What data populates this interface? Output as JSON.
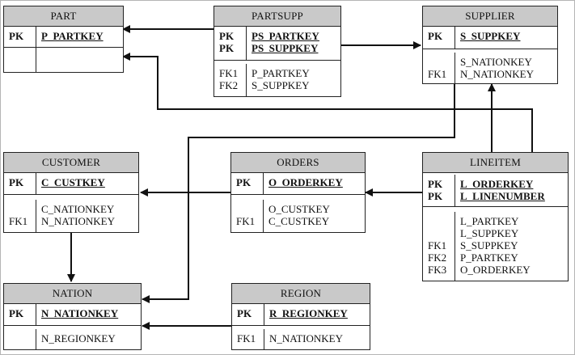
{
  "entities": {
    "part": {
      "title": "PART",
      "pk_labels": [
        "PK"
      ],
      "pk_fields": [
        "P_PARTKEY"
      ],
      "attr_labels": [],
      "attr_fields": []
    },
    "partsupp": {
      "title": "PARTSUPP",
      "pk_labels": [
        "PK",
        "PK"
      ],
      "pk_fields": [
        "PS_PARTKEY",
        "PS_SUPPKEY"
      ],
      "attr_labels": [
        "FK1",
        "FK2"
      ],
      "attr_fields": [
        "P_PARTKEY",
        "S_SUPPKEY"
      ]
    },
    "supplier": {
      "title": "SUPPLIER",
      "pk_labels": [
        "PK"
      ],
      "pk_fields": [
        "S_SUPPKEY"
      ],
      "attr_labels": [
        "",
        "FK1"
      ],
      "attr_fields": [
        "S_NATIONKEY",
        "N_NATIONKEY"
      ]
    },
    "customer": {
      "title": "CUSTOMER",
      "pk_labels": [
        "PK"
      ],
      "pk_fields": [
        "C_CUSTKEY"
      ],
      "attr_labels": [
        "",
        "FK1"
      ],
      "attr_fields": [
        "C_NATIONKEY",
        "N_NATIONKEY"
      ]
    },
    "orders": {
      "title": "ORDERS",
      "pk_labels": [
        "PK"
      ],
      "pk_fields": [
        "O_ORDERKEY"
      ],
      "attr_labels": [
        "",
        "FK1"
      ],
      "attr_fields": [
        "O_CUSTKEY",
        "C_CUSTKEY"
      ]
    },
    "lineitem": {
      "title": "LINEITEM",
      "pk_labels": [
        "PK",
        "PK"
      ],
      "pk_fields": [
        "L_ORDERKEY",
        "L_LINENUMBER"
      ],
      "attr_labels": [
        "",
        "",
        "FK1",
        "FK2",
        "FK3"
      ],
      "attr_fields": [
        "L_PARTKEY",
        "L_SUPPKEY",
        "S_SUPPKEY",
        "P_PARTKEY",
        "O_ORDERKEY"
      ]
    },
    "nation": {
      "title": "NATION",
      "pk_labels": [
        "PK"
      ],
      "pk_fields": [
        "N_NATIONKEY"
      ],
      "attr_labels": [],
      "attr_fields": [
        "N_REGIONKEY"
      ]
    },
    "region": {
      "title": "REGION",
      "pk_labels": [
        "PK"
      ],
      "pk_fields": [
        "R_REGIONKEY"
      ],
      "attr_labels": [
        "FK1"
      ],
      "attr_fields": [
        "N_NATIONKEY"
      ]
    }
  },
  "relationships": [
    {
      "from": "partsupp",
      "to": "part"
    },
    {
      "from": "partsupp",
      "to": "supplier"
    },
    {
      "from": "lineitem",
      "to": "part"
    },
    {
      "from": "lineitem",
      "to": "supplier"
    },
    {
      "from": "lineitem",
      "to": "orders"
    },
    {
      "from": "orders",
      "to": "customer"
    },
    {
      "from": "customer",
      "to": "nation"
    },
    {
      "from": "supplier",
      "to": "nation"
    },
    {
      "from": "region",
      "to": "nation"
    }
  ]
}
